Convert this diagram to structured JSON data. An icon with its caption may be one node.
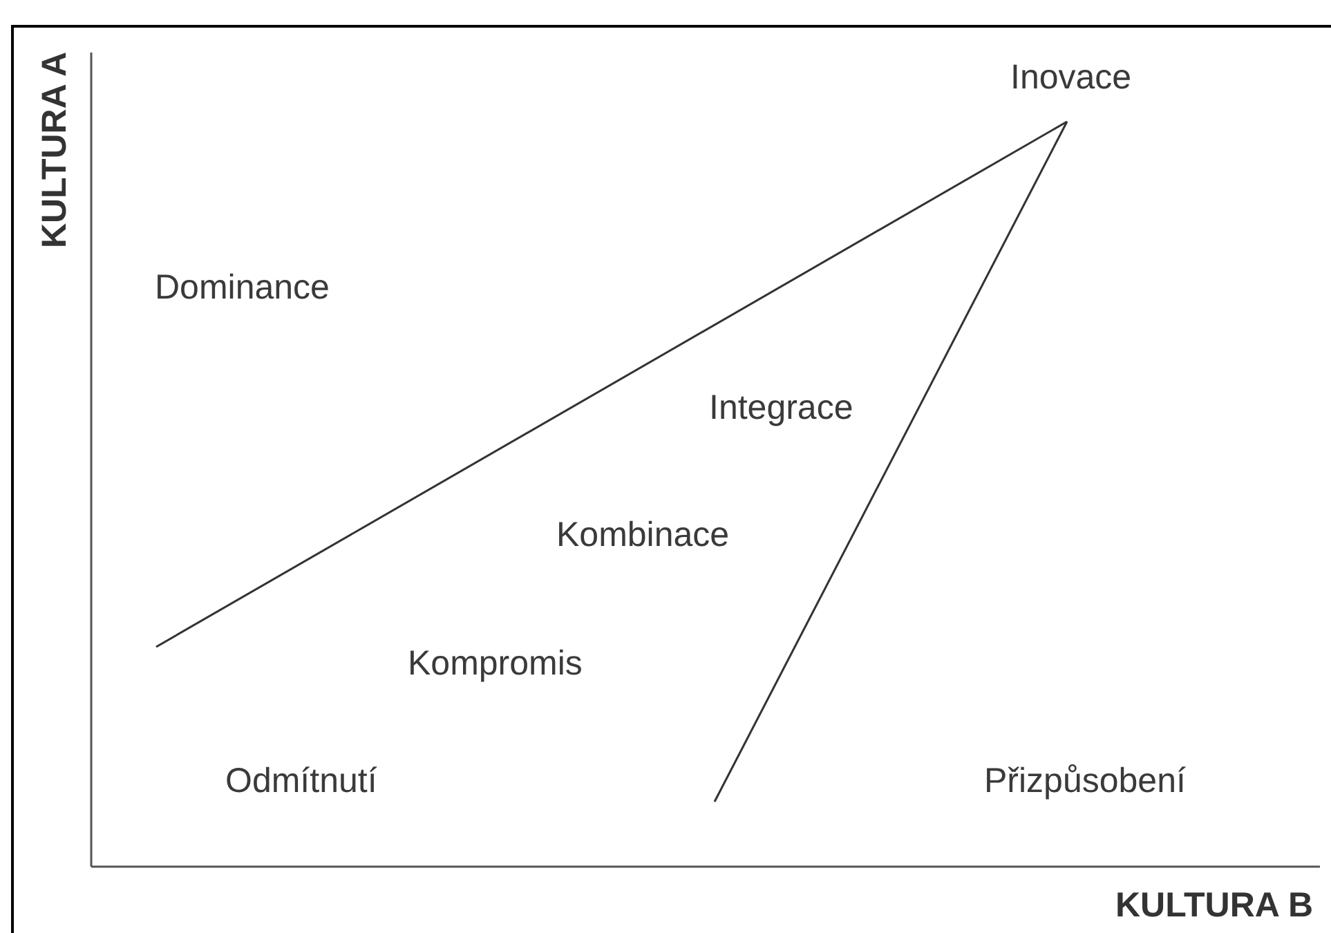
{
  "diagram": {
    "labels": [
      "Inovace",
      "KULTURA A",
      "Dominance",
      "Integrace",
      "Kombinace",
      "Kompromis",
      "Odmítnutí",
      "Přizpůsobení",
      "KULTURA B"
    ]
  }
}
